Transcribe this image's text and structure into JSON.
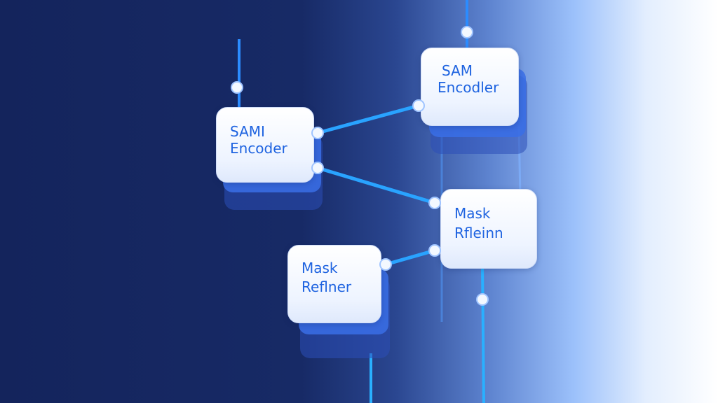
{
  "nodes": {
    "sam_encoder_left": {
      "line1": "SAMI",
      "line2": "Encoder"
    },
    "sam_encoder_right": {
      "line1": "SAM",
      "line2": "Encodler"
    },
    "mask_refiner_right": {
      "line1": "Mask",
      "line2": "Rfleinn"
    },
    "mask_refiner_left": {
      "line1": "Mask",
      "line2": "Reflner"
    }
  },
  "colors": {
    "connector": "#29a3ff",
    "node_text": "#1e63e0",
    "node_shadow": "#3a6fe6",
    "background_dark": "#14245c",
    "background_light": "#ffffff"
  }
}
